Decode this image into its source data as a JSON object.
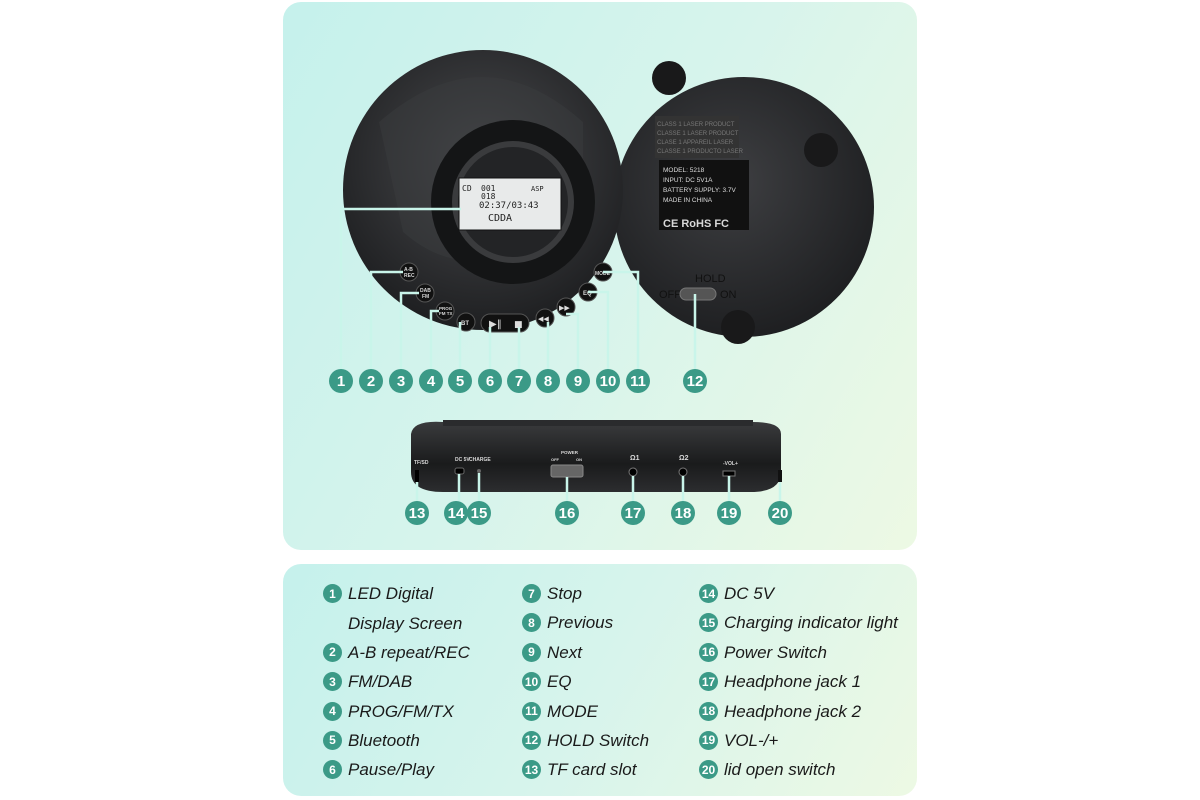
{
  "device_screen": {
    "lcd_mode": "CD",
    "lcd_track": "001",
    "lcd_total": "018",
    "lcd_asp": "ASP",
    "lcd_time": "02:37/03:43",
    "lcd_format": "CDDA"
  },
  "buttons": {
    "ab_rec": "A-B\nREC",
    "ab_top": "A-B",
    "ab_bottom": "REC",
    "dab_top": "DAB",
    "dab_bottom": "FM",
    "prog_top": "PROG",
    "prog_bottom": "FM TX",
    "bt": "BT",
    "eq": "EQ",
    "mode": "MODE"
  },
  "back": {
    "hold_label": "HOLD",
    "hold_off": "OFF",
    "hold_on": "ON",
    "label_lines": [
      "CLASS 1 LASER PRODUCT",
      "CLASSE 1 LASER PRODUCT",
      "CLASE 1 APPAREIL LASER",
      "CLASSE 1 PRODUCTO LASER"
    ],
    "spec_lines": [
      "MODEL: 5218",
      "INPUT: DC 5V1A",
      "BATTERY SUPPLY: 3.7V",
      "MADE IN CHINA"
    ],
    "certs": "CE RoHS FC"
  },
  "side": {
    "tf_label": "TF/SD",
    "dc_label": "DC 5V",
    "charge_label": "CHARGE",
    "power_label": "POWER",
    "power_off": "OFF",
    "power_on": "ON",
    "hp1": "Ω1",
    "hp2": "Ω2",
    "vol_label": "-VOL+"
  },
  "callouts_top": [
    "1",
    "2",
    "3",
    "4",
    "5",
    "6",
    "7",
    "8",
    "9",
    "10",
    "11",
    "12"
  ],
  "callouts_side": [
    "13",
    "14",
    "15",
    "16",
    "17",
    "18",
    "19",
    "20"
  ],
  "legend": [
    {
      "num": "1",
      "line1": "LED Digital",
      "line2": "Display Screen"
    },
    {
      "num": "2",
      "line1": "A-B repeat/REC"
    },
    {
      "num": "3",
      "line1": "FM/DAB"
    },
    {
      "num": "4",
      "line1": "PROG/FM/TX"
    },
    {
      "num": "5",
      "line1": "Bluetooth"
    },
    {
      "num": "6",
      "line1": "Pause/Play"
    },
    {
      "num": "7",
      "line1": "Stop"
    },
    {
      "num": "8",
      "line1": "Previous"
    },
    {
      "num": "9",
      "line1": "Next"
    },
    {
      "num": "10",
      "line1": "EQ"
    },
    {
      "num": "11",
      "line1": "MODE"
    },
    {
      "num": "12",
      "line1": "HOLD Switch"
    },
    {
      "num": "13",
      "line1": "TF card slot"
    },
    {
      "num": "14",
      "line1": "DC 5V"
    },
    {
      "num": "15",
      "line1": "Charging indicator light"
    },
    {
      "num": "16",
      "line1": "Power Switch"
    },
    {
      "num": "17",
      "line1": "Headphone jack 1"
    },
    {
      "num": "18",
      "line1": "Headphone jack 2"
    },
    {
      "num": "19",
      "line1": "VOL-/+"
    },
    {
      "num": "20",
      "line1": "lid open switch"
    }
  ],
  "colors": {
    "accent": "#3b9a87",
    "device": "#2a2b2d",
    "line": "#c9f5ea"
  }
}
